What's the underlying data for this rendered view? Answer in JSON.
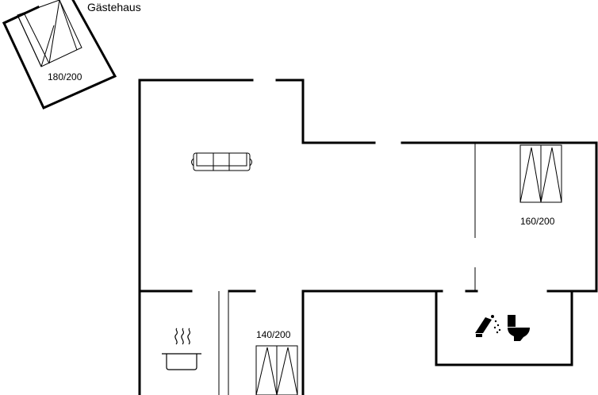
{
  "labels": {
    "guesthouse": "Gästehaus",
    "guest_bed": "180/200",
    "bedroom_bed": "160/200",
    "small_bed": "140/200"
  },
  "icons": [
    "sofa-icon",
    "cooking-pot-icon",
    "shower-icon",
    "toilet-icon",
    "bed-icon"
  ],
  "colors": {
    "lines": "#000000",
    "background": "#ffffff"
  }
}
